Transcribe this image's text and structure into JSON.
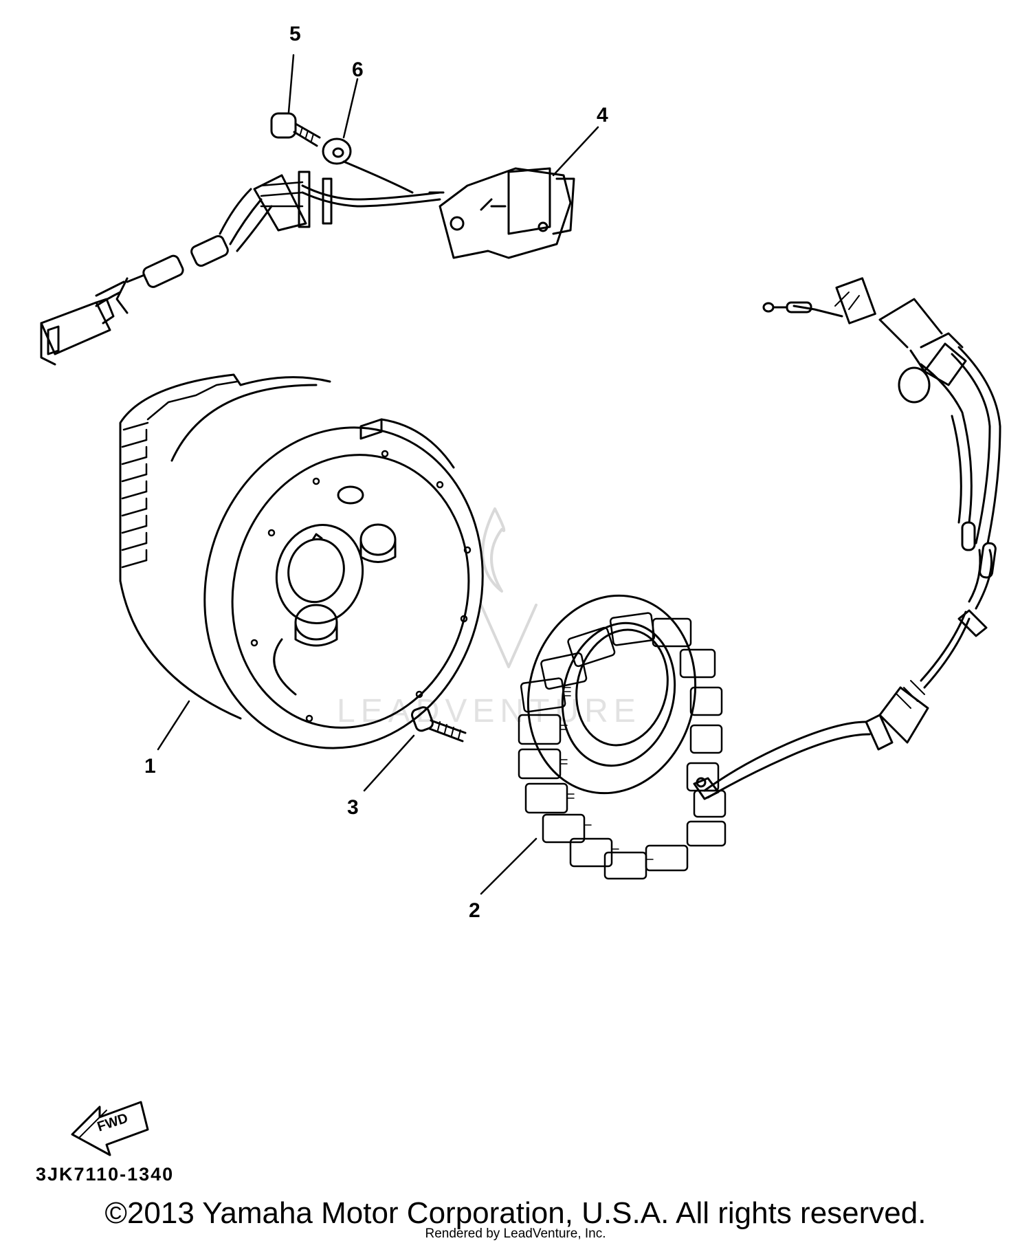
{
  "diagram": {
    "callouts": [
      {
        "id": "1",
        "label": "1"
      },
      {
        "id": "2",
        "label": "2"
      },
      {
        "id": "3",
        "label": "3"
      },
      {
        "id": "4",
        "label": "4"
      },
      {
        "id": "5",
        "label": "5"
      },
      {
        "id": "6",
        "label": "6"
      }
    ],
    "fwd_label": "FWD",
    "drawing_code": "3JK7110-1340",
    "watermark": "LEADVENTURE"
  },
  "footer": {
    "copyright": "©2013 Yamaha Motor Corporation, U.S.A. All rights reserved.",
    "rendered_by": "Rendered by LeadVenture, Inc."
  },
  "colors": {
    "line": "#000000",
    "background": "#ffffff",
    "watermark": "#d9d9d9"
  }
}
